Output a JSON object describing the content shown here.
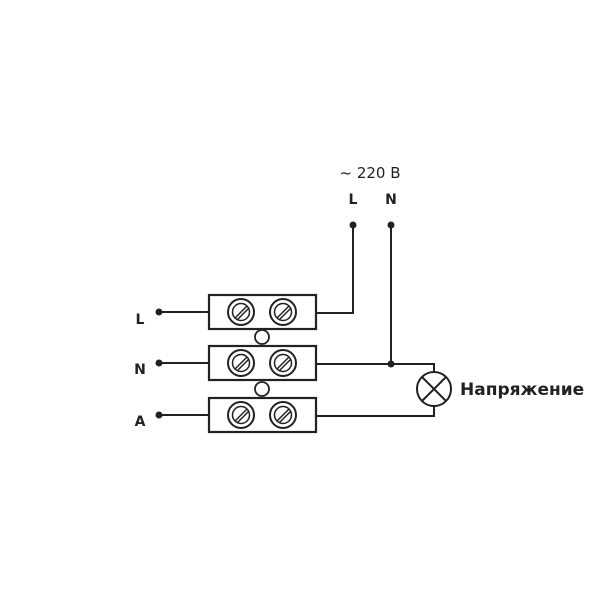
{
  "supply": {
    "voltage_label": "~ 220 В",
    "line_label": "L",
    "neutral_label": "N"
  },
  "terminals": {
    "left_labels": [
      "L",
      "N",
      "A"
    ]
  },
  "lamp": {
    "label": "Напряжение"
  }
}
